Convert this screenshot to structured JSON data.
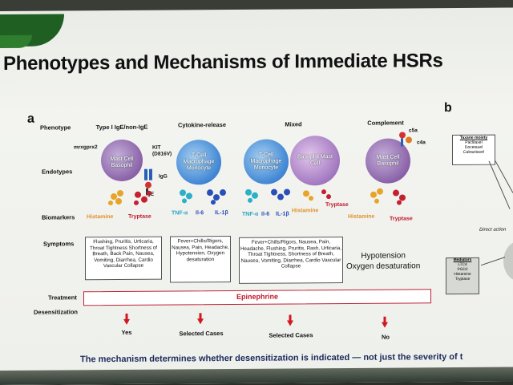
{
  "slide": {
    "title": "Phenotypes and Mechanisms of Immediate HSRs",
    "panel_a": "a",
    "panel_b": "b",
    "row_labels": {
      "phenotype": "Phenotype",
      "endotypes": "Endotypes",
      "biomarkers": "Biomarkers",
      "symptoms": "Symptoms",
      "treatment": "Treatment",
      "desensitization": "Desensitization"
    },
    "columns": [
      {
        "head": "Type I IgE/non-IgE"
      },
      {
        "head": "Cytokine-release"
      },
      {
        "head": "Mixed"
      },
      {
        "head": "Complement"
      }
    ],
    "cells": {
      "mast_basophil_1": "Mast Cell Basophil",
      "tcell_1": "T-Cell Macrophage Monocyte",
      "tcell_2": "T-Cell Macrophage Monocyte",
      "basophil_mast": "Basophil Mast Cell",
      "mast_basophil_2": "Mast Cell Basophil"
    },
    "markers": {
      "mrxgprx2": "mrxgprx2",
      "kit": "KIT (D816V)",
      "igg": "IgG",
      "ige": "IgE",
      "c5a": "c5a",
      "c4a": "c4a"
    },
    "biomarkers": {
      "histamine": "Histamine",
      "tryptase": "Tryptase",
      "tnf": "TNF-α",
      "il6": "Il-6",
      "il1b": "IL-1β"
    },
    "symptoms": {
      "type1": "Flushing, Pruritis, Urticaria, Throat Tightness Shortness of Breath, Back Pain, Nausea, Vomiting, Diarrhea, Cardio Vascular Collapse",
      "cytokine": "Fever+Chills/Rigors, Nausea, Pain, Headache, Hypotension, Oxygen desaturation",
      "mixed": "Fever+Chills/Rigors, Nausea, Pain, Headache, Flushing, Pruritis, Rash, Urticaria, Throat Tightness, Shortness of Breath, Nausea, Vomiting, Diarrhea, Cardio Vascular Collapse",
      "complement_line1": "Hypotension",
      "complement_line2": "Oxygen desaturation"
    },
    "treatment": "Epinephrine",
    "desensitization": [
      "Yes",
      "Selected Cases",
      "Selected Cases",
      "No"
    ],
    "panel_b_content": {
      "taxane_title": "Taxane moiety",
      "taxanes": [
        "Paclitaxel",
        "Docetaxel",
        "Cabazitaxel"
      ],
      "direct_action": "Direct action",
      "mediators_title": "Mediators",
      "mediators": [
        "LTC4",
        "PGD2",
        "Histamine",
        "Tryptase"
      ]
    },
    "footer": "The mechanism determines whether desensitization is indicated — not just the severity of t"
  },
  "colors": {
    "accent_red": "#c0182a",
    "footer_blue": "#1d2a5a",
    "cell_purple": "#8a62a8",
    "cell_blue": "#3f86d4"
  }
}
